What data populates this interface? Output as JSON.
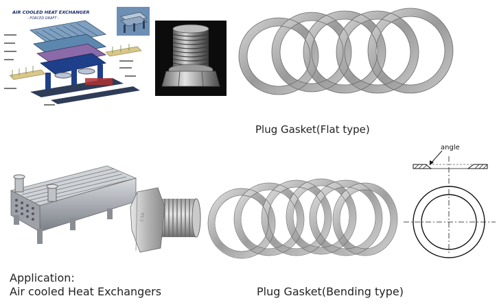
{
  "exploded_diagram": {
    "title": "AIR COOLED HEAT EXCHANGER",
    "subtitle": "- FORCED DRAFT -"
  },
  "captions": {
    "flat_type": "Plug Gasket(Flat type)",
    "bending_type": "Plug Gasket(Bending type)",
    "application_label": "Application:",
    "application_value": "Air cooled Heat Exchangers"
  },
  "drawing": {
    "angle_label": "angle"
  }
}
